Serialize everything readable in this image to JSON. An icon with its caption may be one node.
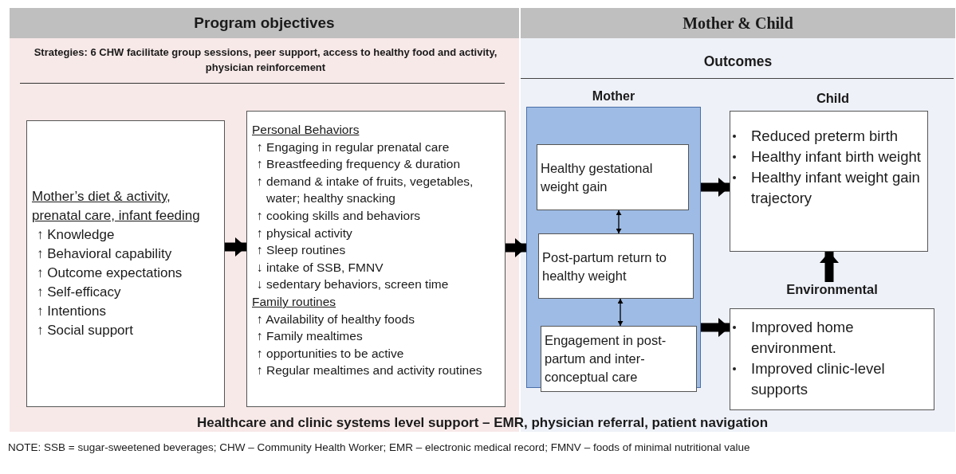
{
  "diagram": {
    "nodes": [
      {
        "text": [
          "Mother’s diet & activity, prenatal care, infant feeding",
          "↑ Knowledge",
          "↑ Behavioral capability",
          "↑ Outcome expectations",
          "↑ Self-efficacy",
          "↑ Intentions",
          "↑ Social support"
        ]
      },
      {
        "text": [
          "Personal Behaviors",
          "↑ Engaging in regular prenatal care",
          "↑ Breastfeeding frequency & duration",
          "↑ demand & intake of fruits, vegetables, water; healthy snacking",
          "↑ cooking skills and behaviors",
          "↑ physical activity",
          "↑ Sleep routines",
          "↓ intake of SSB, FMNV",
          "↓ sedentary behaviors, screen time",
          "Family routines",
          "↑ Availability of healthy foods",
          "↑ Family mealtimes",
          "↑ opportunities to be active",
          "↑ Regular mealtimes and activity routines"
        ]
      },
      {
        "text": [
          "Mother"
        ]
      },
      {
        "text": [
          "Healthy gestational weight gain"
        ],
        "in": 2
      },
      {
        "text": [
          "Post-partum return to healthy weight"
        ],
        "in": 2
      },
      {
        "text": [
          "Engagement in post-partum and inter-conceptual care"
        ],
        "in": 2
      },
      {
        "text": [
          "Child",
          "Reduced preterm birth",
          "Healthy infant birth weight",
          "Healthy infant weight gain trajectory"
        ]
      },
      {
        "text": [
          "Environmental",
          "Improved home environment.",
          "Improved clinic-level supports"
        ]
      }
    ],
    "edges": [
      {
        "from": 0,
        "to": 1,
        "arrow": "to"
      },
      {
        "from": 1,
        "to": 2,
        "arrow": "to"
      },
      {
        "from": 3,
        "to": 4,
        "arrow": "both"
      },
      {
        "from": 4,
        "to": 5,
        "arrow": "both"
      },
      {
        "from": 2,
        "to": 6,
        "arrow": "to"
      },
      {
        "from": 2,
        "to": 7,
        "arrow": "to"
      },
      {
        "from": 7,
        "to": 6,
        "arrow": "to"
      }
    ],
    "labels": [
      "Program objectives",
      "Mother & Child",
      "Strategies:  6 CHW facilitate group sessions, peer support, access to healthy food and activity, physician reinforcement",
      "Outcomes",
      "Healthcare and clinic systems level support – EMR, physician referral, patient navigation",
      "NOTE: SSB = sugar-sweetened beverages; CHW – Community Health Worker; EMR – electronic medical record; FMNV – foods of minimal nutritional value"
    ]
  }
}
